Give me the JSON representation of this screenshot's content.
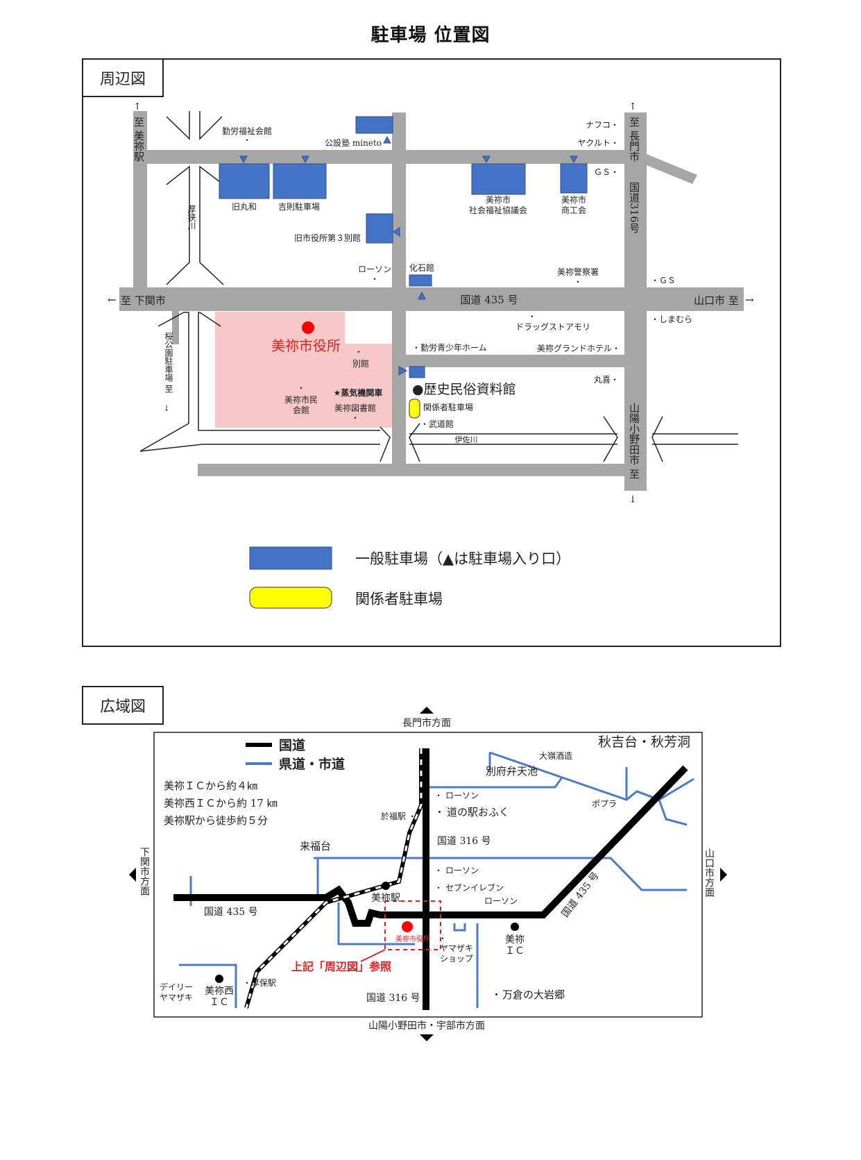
{
  "title": "駐車場 位置図",
  "colors": {
    "road": "#a6a6a6",
    "parking_general": "#4472c4",
    "parking_staff": "#ffff00",
    "city_hall_area": "#f8c8c8",
    "city_hall_marker": "#ff0000",
    "national_road": "#000000",
    "prefectural_road": "#4a7bc4",
    "reference_label": "#e02020"
  },
  "area_map": {
    "label": "周辺図",
    "directions": {
      "north_west": "至 美祢駅",
      "north_east": "至 長門市",
      "route316": "国道316号",
      "west": "至 下関市",
      "east": "山口市 至",
      "south_east": "山陽小野田市 至",
      "sakura_park": "桜公園駐車場 至"
    },
    "roads": {
      "route435": "国道 435 号",
      "atsusa_river": "厚狭川",
      "isa_river": "伊佐川"
    },
    "parking": {
      "kyu_marukazu": "旧丸和",
      "yoshinori": "吉則駐車場",
      "kyu_annex": "旧市役所第３別館",
      "mineto": "公設塾 mineto",
      "kasekikan": "化石館",
      "welfare_council": "美祢市\n社会福祉協議会",
      "commerce": "美祢市\n商工会"
    },
    "landmarks": {
      "labor_welfare": "勤労福祉会館",
      "nafuko": "ナフコ",
      "yakult": "ヤクルト",
      "gs1": "ＧＳ",
      "gs2": "ＧＳ",
      "lawson": "ローソン",
      "police": "美祢警察署",
      "drugstore": "ドラッグストアモリ",
      "shimamura": "しまむら",
      "youth_home": "勤労青少年ホーム",
      "grand_hotel": "美祢グランドホテル",
      "maruki": "丸喜",
      "annex": "別館",
      "civic_hall": "美祢市民\n会館",
      "steam_locomotive": "★蒸気機関車",
      "library": "美祢図書館",
      "museum": "●歴史民俗資料館",
      "staff_parking": "関係者駐車場",
      "budokan": "武道館"
    },
    "city_hall": "美祢市役所",
    "legend": {
      "general": "一般駐車場（▲は駐車場入り口）",
      "staff": "関係者駐車場"
    }
  },
  "wide_map": {
    "label": "広域図",
    "legend": {
      "national": "国道",
      "prefectural": "県道・市道"
    },
    "info": [
      "美祢ＩＣから約４㎞",
      "美祢西ＩＣから約 17 ㎞",
      "美祢駅から徒歩約５分"
    ],
    "directions": {
      "north": "長門市方面",
      "south": "山陽小野田市・宇部市方面",
      "west": "下関市方面",
      "east": "山口市方面"
    },
    "places": {
      "akiyoshidai": "秋吉台・秋芳洞",
      "ohmine_brewery": "大嶺酒造",
      "beppu_benten": "別府弁天池",
      "poplar": "ポプラ",
      "lawson1": "ローソン",
      "michi_no_eki": "道の駅おふく",
      "ofuku_station": "於福駅",
      "route316_n": "国道 316 号",
      "kifukudai": "来福台",
      "lawson2": "ローソン",
      "seven_eleven": "セブンイレブン",
      "lawson3": "ローソン",
      "route435_e": "国道 435 号",
      "route435_w": "国道 435 号",
      "mine_station": "美祢駅",
      "city_hall": "美祢市役所",
      "yamazaki_shop": "ヤマザキ\nショップ",
      "mine_ic": "美祢\nＩＣ",
      "reference": "上記「周辺図」参照",
      "mine_nishi_ic": "美祢西\nＩＣ",
      "asa_station": "厚保駅",
      "daily_yamazaki": "デイリー\nヤマザキ",
      "route316_s": "国道 316 号",
      "manokura": "万倉の大岩郷"
    }
  }
}
